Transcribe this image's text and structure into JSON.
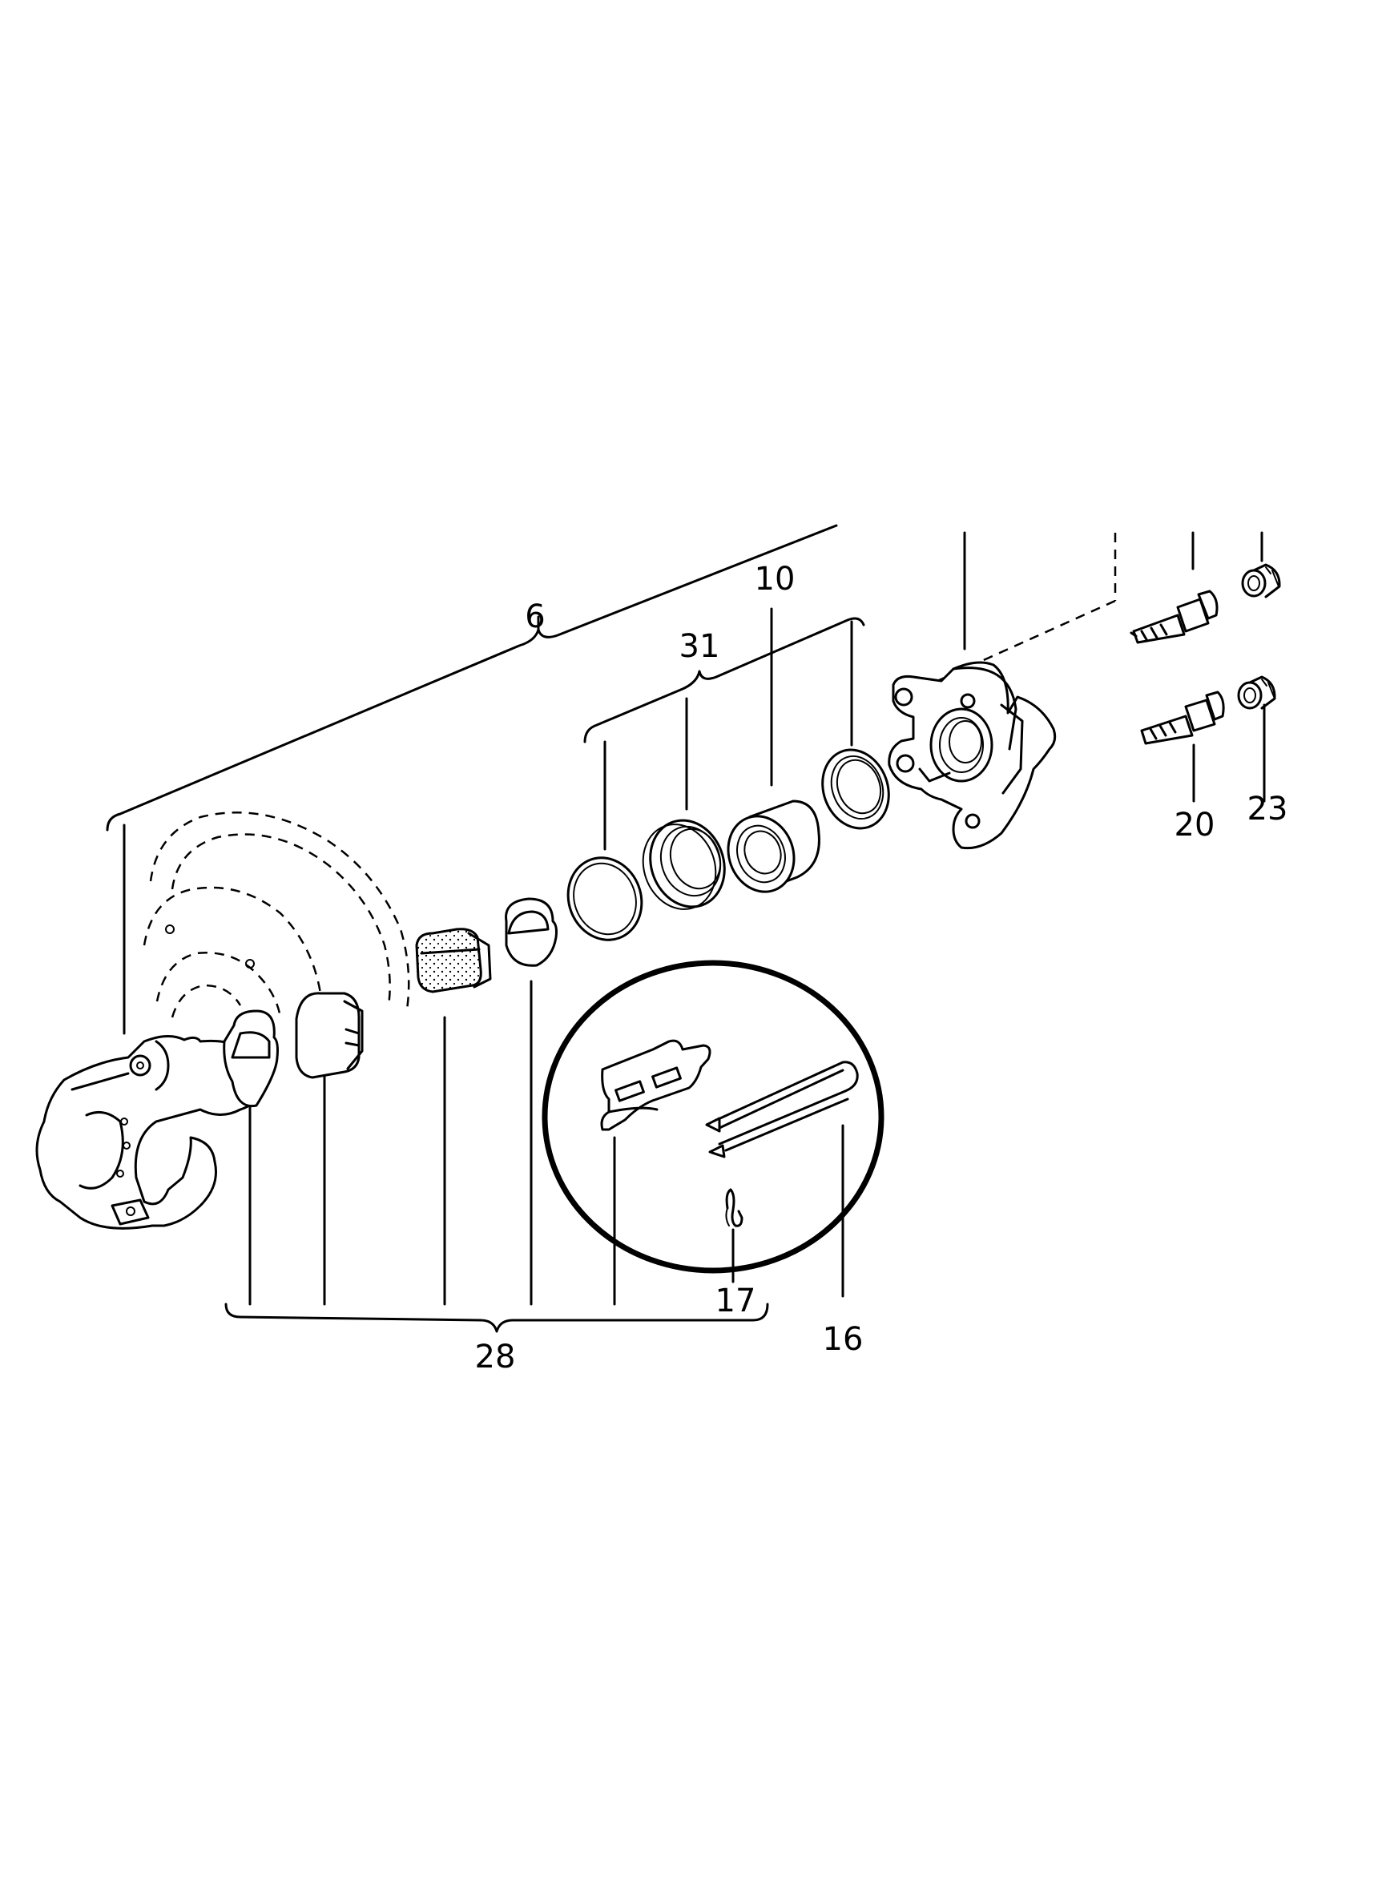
{
  "labels": {
    "l6": "6",
    "l10": "10",
    "l31": "31",
    "l20": "20",
    "l23": "23",
    "l28": "28",
    "l17": "17",
    "l16": "16"
  }
}
